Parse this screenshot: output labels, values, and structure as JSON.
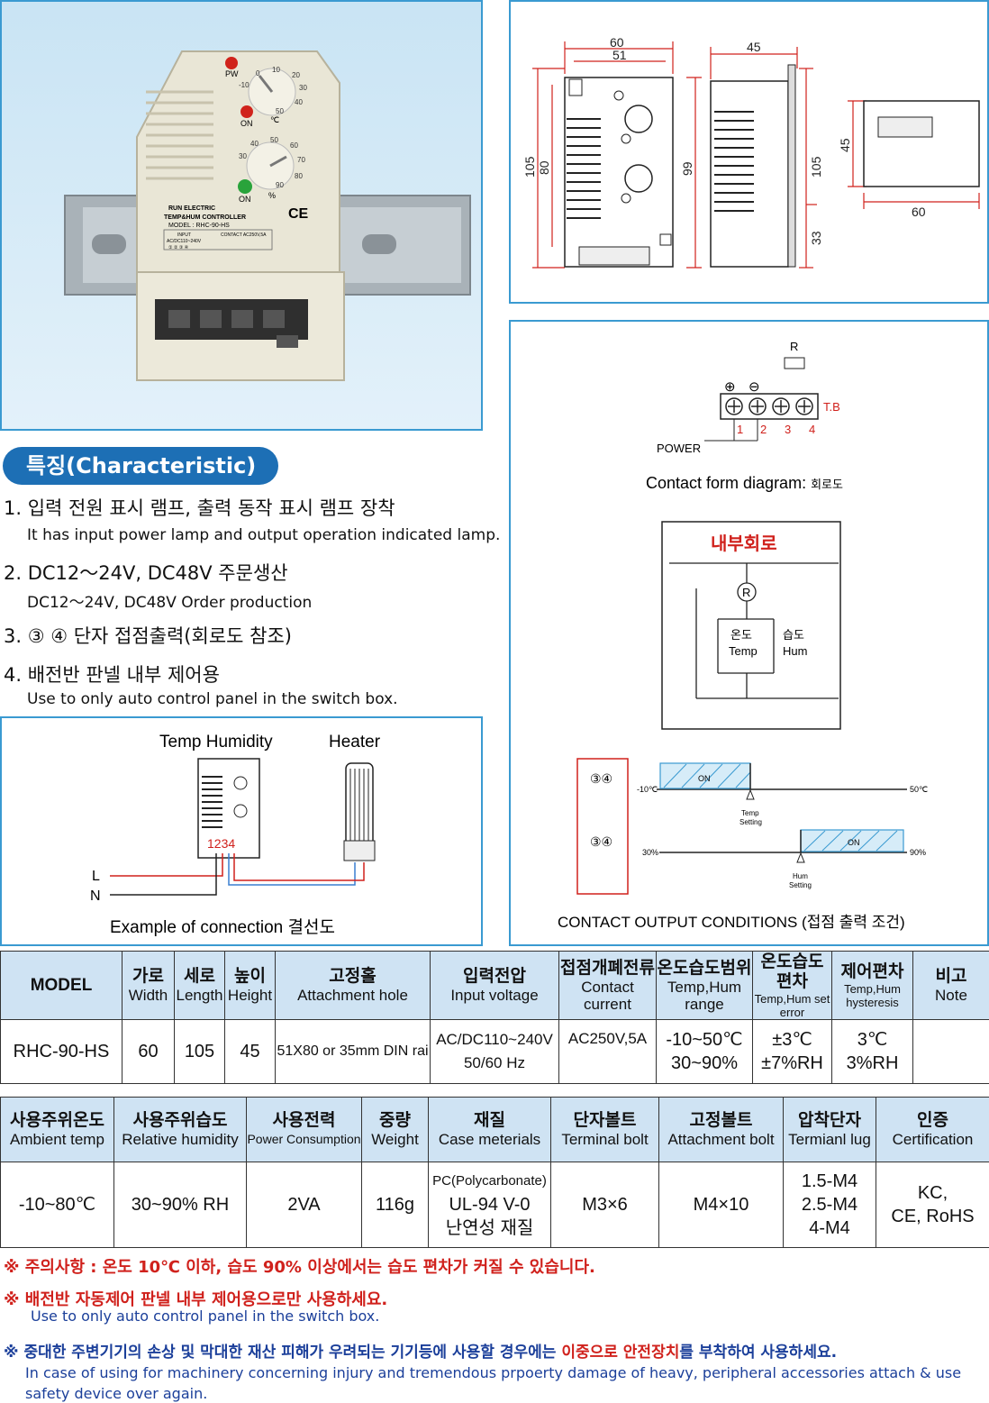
{
  "photo": {
    "labels": {
      "pw": "PW",
      "on1": "ON",
      "on2": "ON",
      "unit_c": "℃",
      "unit_pct": "%",
      "ce": "CE"
    },
    "temp_scale": [
      "-10",
      "0",
      "10",
      "20",
      "30",
      "40",
      "50"
    ],
    "hum_scale": [
      "30",
      "40",
      "50",
      "60",
      "70",
      "80",
      "90"
    ],
    "brand": "RUN ELECTRIC",
    "product": "TEMP&HUM CONTROLLER",
    "model_line": "MODEL : RHC-90-HS",
    "input_label": "INPUT",
    "contact_label": "CONTACT  AC250V,5A",
    "input_value": "AC/DC110~240V",
    "terminal_nums": "①  ②   ③  ④"
  },
  "dims": {
    "w60": "60",
    "w51": "51",
    "w45": "45",
    "h105": "105",
    "h80": "80",
    "h99": "99",
    "h105b": "105",
    "h33": "33",
    "h45": "45",
    "w60b": "60"
  },
  "features": {
    "badge": "특징(Characteristic)",
    "items": [
      {
        "ko": "1. 입력 전원 표시 램프, 출력 동작 표시 램프 장착",
        "en": "It has input power lamp and output operation indicated lamp."
      },
      {
        "ko": "2. DC12～24V, DC48V 주문생산",
        "en": "DC12～24V, DC48V Order production"
      },
      {
        "ko": "3. ③ ④ 단자 접점출력(회로도 참조)",
        "en": ""
      },
      {
        "ko": "4. 배전반 판넬 내부 제어용",
        "en": "Use to only auto control panel in the switch box."
      }
    ]
  },
  "connection": {
    "title_temp": "Temp Humidity",
    "title_heater": "Heater",
    "terminals": "1234",
    "L": "L",
    "N": "N",
    "caption": "Example of connection 결선도"
  },
  "circuit": {
    "R_top": "R",
    "plus": "⊕",
    "minus": "⊖",
    "tb": "T.B",
    "nums": [
      "1",
      "2",
      "3",
      "4"
    ],
    "power": "POWER",
    "caption_a": "Contact form diagram: ",
    "caption_b": "회로도",
    "internal_title": "내부회로",
    "R": "R",
    "temp_ko": "온도",
    "temp_en": "Temp",
    "hum_ko": "습도",
    "hum_en": "Hum",
    "out_label": "③④",
    "out_label2": "③④",
    "temp_low": "-10℃",
    "temp_high": "50℃",
    "on": "ON",
    "temp_setting_1": "Temp",
    "temp_setting_2": "Setting",
    "hum_low": "30%",
    "hum_high": "90%",
    "on2": "ON",
    "hum_setting_1": "Hum",
    "hum_setting_2": "Setting",
    "conditions": "CONTACT OUTPUT CONDITIONS (접점 출력 조건)"
  },
  "table1": {
    "headers": [
      {
        "ko": "MODEL",
        "en": ""
      },
      {
        "ko": "가로",
        "en": "Width"
      },
      {
        "ko": "세로",
        "en": "Length"
      },
      {
        "ko": "높이",
        "en": "Height"
      },
      {
        "ko": "고정홀",
        "en": "Attachment hole"
      },
      {
        "ko": "입력전압",
        "en": "Input voltage"
      },
      {
        "ko": "접점개폐전류",
        "en": "Contact current"
      },
      {
        "ko": "온도습도범위",
        "en": "Temp,Hum range"
      },
      {
        "ko": "온도습도편차",
        "en": "Temp,Hum set error"
      },
      {
        "ko": "제어편차",
        "en": "Temp,Hum hysteresis"
      },
      {
        "ko": "비고",
        "en": "Note"
      }
    ],
    "row": {
      "model": "RHC-90-HS",
      "width": "60",
      "length": "105",
      "height": "45",
      "hole": "51X80 or 35mm DIN rai",
      "voltage_1": "AC/DC110~240V",
      "voltage_2": "50/60 Hz",
      "current": "AC250V,5A",
      "range_1": "-10~50℃",
      "range_2": "30~90%",
      "error_1": "±3℃",
      "error_2": "±7%RH",
      "hyst_1": "3℃",
      "hyst_2": "3%RH",
      "note": ""
    }
  },
  "table2": {
    "headers": [
      {
        "ko": "사용주위온도",
        "en": "Ambient temp"
      },
      {
        "ko": "사용주위습도",
        "en": "Relative humidity"
      },
      {
        "ko": "사용전력",
        "en": "Power Consumption"
      },
      {
        "ko": "중량",
        "en": "Weight"
      },
      {
        "ko": "재질",
        "en": "Case meterials"
      },
      {
        "ko": "단자볼트",
        "en": "Terminal bolt"
      },
      {
        "ko": "고정볼트",
        "en": "Attachment bolt"
      },
      {
        "ko": "압착단자",
        "en": "Termianl lug"
      },
      {
        "ko": "인증",
        "en": "Certification"
      }
    ],
    "row": {
      "ambient": "-10~80℃",
      "humidity": "30~90% RH",
      "power": "2VA",
      "weight": "116g",
      "mat_1": "PC(Polycarbonate)",
      "mat_2": "UL-94 V-0",
      "mat_3": "난연성 재질",
      "tbolt": "M3×6",
      "abolt": "M4×10",
      "lug_1": "1.5-M4",
      "lug_2": "2.5-M4",
      "lug_3": "4-M4",
      "cert_1": "KC,",
      "cert_2": "CE, RoHS"
    }
  },
  "notes": {
    "n1": "※ 주의사항 : 온도 10℃ 이하, 습도 90% 이상에서는 습도 편차가 커질 수 있습니다.",
    "n2": "※ 배전반 자동제어 판넬 내부 제어용으로만 사용하세요.",
    "n2_en": "Use to only auto control panel in the switch box.",
    "n3_a": "※ 중대한 주변기기의 손상 및 막대한 재산 피해가 우려되는 기기등에 사용할 경우에는 ",
    "n3_b": "이중으로 안전장치",
    "n3_c": "를 부착하여 사용하세요.",
    "n3_en_1": "In case of using for machinery concerning injury and tremendous prpoerty damage of heavy, peripheral accessories attach & use",
    "n3_en_2": "safety device over again."
  },
  "colors": {
    "accent_blue": "#3a9ad1",
    "badge_blue": "#1d6fb5",
    "dimension_red": "#d0211c",
    "table_header": "#cfe3f3"
  }
}
